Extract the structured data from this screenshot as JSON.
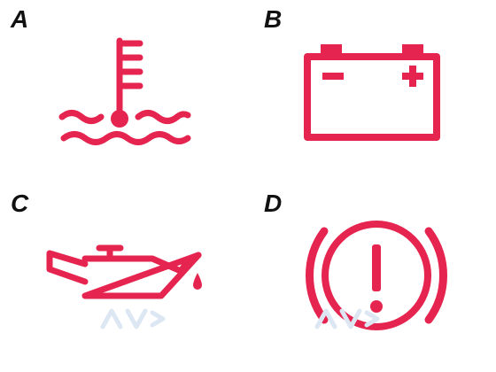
{
  "labels": {
    "a": "A",
    "b": "B",
    "c": "C",
    "d": "D"
  },
  "icons": {
    "a": "engine-coolant-temperature-icon",
    "b": "battery-charging-icon",
    "c": "oil-pressure-icon",
    "d": "brake-warning-icon"
  },
  "colors": {
    "icon_red": "#e5254f",
    "label_black": "#111111",
    "watermark_blue": "#dde6f3",
    "background": "#ffffff"
  }
}
